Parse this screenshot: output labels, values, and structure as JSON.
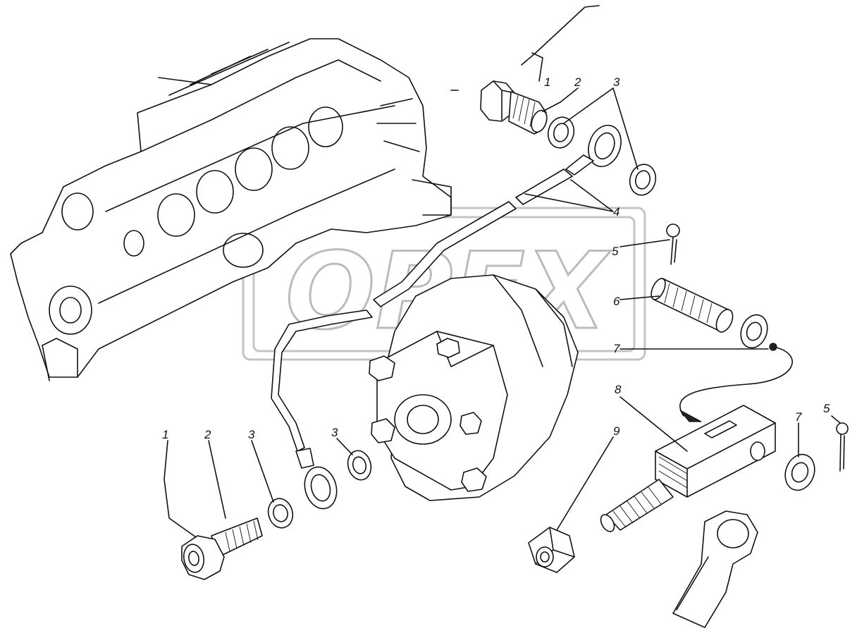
{
  "watermark": {
    "text": "OPEX"
  },
  "callouts": [
    {
      "id": "upper-1",
      "text": "1"
    },
    {
      "id": "upper-2",
      "text": "2"
    },
    {
      "id": "upper-3",
      "text": "3"
    },
    {
      "id": "upper-4",
      "text": "4"
    },
    {
      "id": "upper-5",
      "text": "5"
    },
    {
      "id": "upper-6",
      "text": "6"
    },
    {
      "id": "upper-7",
      "text": "7"
    },
    {
      "id": "lower-1",
      "text": "1"
    },
    {
      "id": "lower-2",
      "text": "2"
    },
    {
      "id": "lower-3a",
      "text": "3"
    },
    {
      "id": "lower-3b",
      "text": "3"
    },
    {
      "id": "lower-8",
      "text": "8"
    },
    {
      "id": "lower-9",
      "text": "9"
    },
    {
      "id": "lower-7",
      "text": "7"
    },
    {
      "id": "lower-5",
      "text": "5"
    }
  ]
}
